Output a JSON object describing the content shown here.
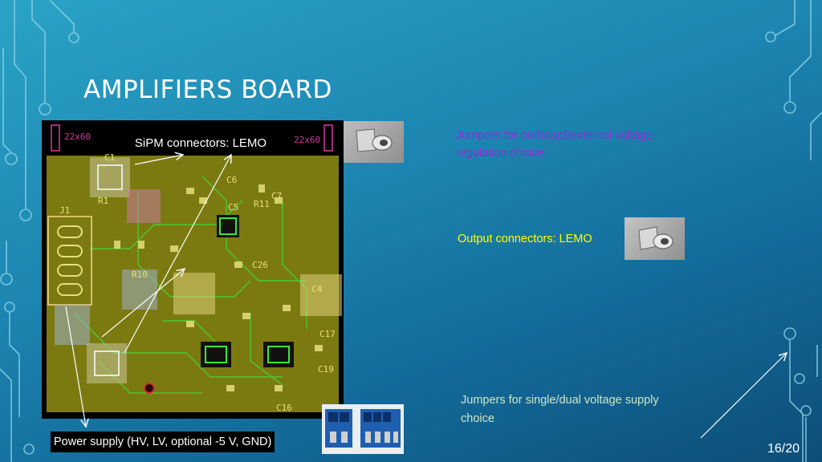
{
  "slide": {
    "title": "AMPLIFIERS BOARD",
    "page_number": "16/20"
  },
  "labels": {
    "sipm_connectors": "SiPM connectors: LEMO",
    "jumpers_onboard_external": "Jumpers for on-board/external voltage regulation choice",
    "output_connectors": "Output connectors: LEMO",
    "jumpers_single_dual": "Jumpers for single/dual voltage supply choice",
    "power_supply": "Power supply (HV, LV, optional -5 V, GND)"
  },
  "pcb": {
    "corner_mark_left": "22x60",
    "corner_mark_right": "22x60",
    "designators": [
      "J1",
      "R1",
      "C1",
      "C6",
      "C7",
      "C5",
      "R11",
      "R10",
      "C26",
      "C4",
      "C16",
      "C19",
      "C17"
    ]
  },
  "colors": {
    "pcb_fill": "#7b7a10",
    "trace_green": "#39e63a",
    "purple_text": "#8a2fd6",
    "yellow_text": "#ffff00",
    "green_text": "#cfe7c6"
  }
}
